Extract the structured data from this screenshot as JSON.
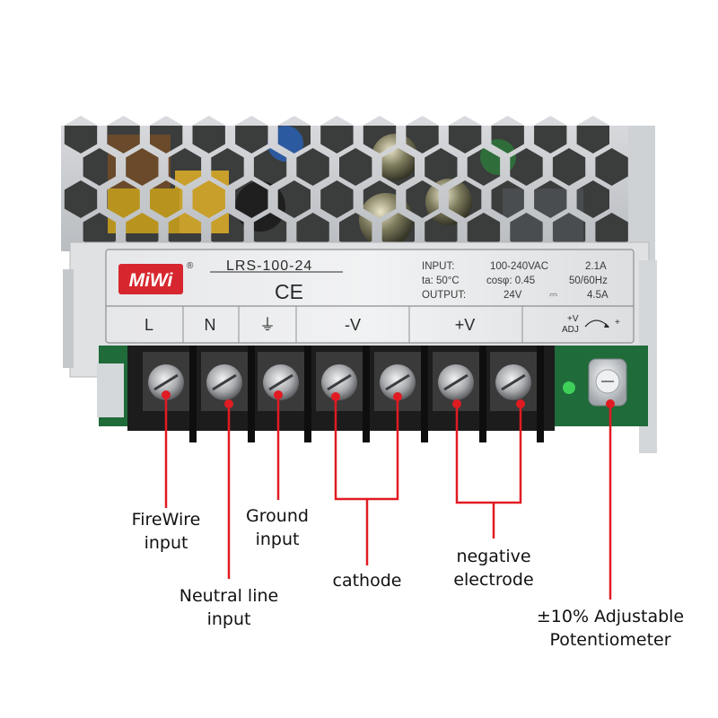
{
  "label_plate": {
    "brand": "MiWi",
    "registered_mark": "®",
    "model": "LRS-100-24",
    "ce_mark": "CE",
    "specs": {
      "input_label": "INPUT:",
      "input_value": "100-240VAC",
      "input_current": "2.1A",
      "ta_label": "ta: 50°C",
      "cos_label": "cosφ: 0.45",
      "freq": "50/60Hz",
      "output_label": "OUTPUT:",
      "output_voltage": "24V",
      "dc_symbol": "⎓",
      "output_current": "4.5A"
    },
    "terminals": {
      "live": "L",
      "neutral": "N",
      "ground_symbol": "⏚",
      "negative": "-V",
      "positive": "+V",
      "adj_top": "+V",
      "adj_bottom": "ADJ",
      "adj_plus": "+"
    }
  },
  "callouts": {
    "firewire": [
      "FireWire",
      "input"
    ],
    "neutral": [
      "Neutral line",
      "input"
    ],
    "ground": [
      "Ground",
      "input"
    ],
    "cathode": "cathode",
    "negative": [
      "negative",
      "electrode"
    ],
    "potentiometer": [
      "±10% Adjustable",
      "Potentiometer"
    ]
  },
  "colors": {
    "pointer_red": "#e11b22",
    "brand_red": "#d7262e",
    "case_silver": "#c9ccd0",
    "terminal_black": "#1c1c1c",
    "pcb_green": "#1f6b3a"
  }
}
